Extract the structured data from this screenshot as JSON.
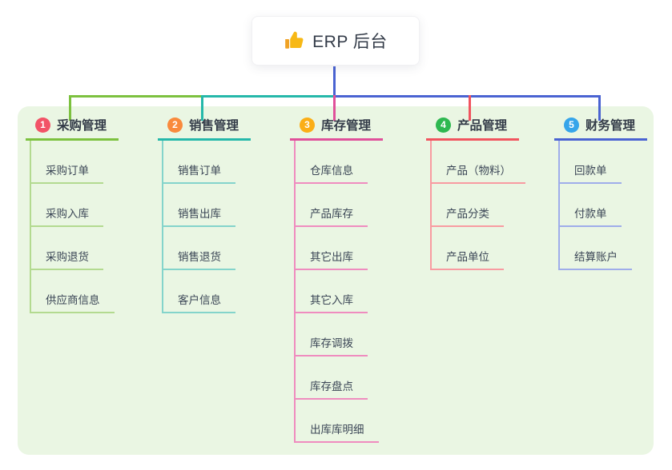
{
  "root": {
    "icon": "thumbs-up",
    "title": "ERP 后台"
  },
  "branches": [
    {
      "num": "1",
      "label": "采购管理",
      "children": [
        "采购订单",
        "采购入库",
        "采购退货",
        "供应商信息"
      ]
    },
    {
      "num": "2",
      "label": "销售管理",
      "children": [
        "销售订单",
        "销售出库",
        "销售退货",
        "客户信息"
      ]
    },
    {
      "num": "3",
      "label": "库存管理",
      "children": [
        "仓库信息",
        "产品库存",
        "其它出库",
        "其它入库",
        "库存调拨",
        "库存盘点",
        "出库库明细"
      ]
    },
    {
      "num": "4",
      "label": "产品管理",
      "children": [
        "产品（物料）",
        "产品分类",
        "产品单位"
      ]
    },
    {
      "num": "5",
      "label": "财务管理",
      "children": [
        "回款单",
        "付款单",
        "结算账户"
      ]
    }
  ],
  "colors": {
    "canvas": "#ffffff",
    "panel": "#eaf6e3",
    "text": "#333b48",
    "branch1": "#7cc13f",
    "branch2": "#25b8aa",
    "branch3": "#e0509a",
    "branch4": "#f1545f",
    "branch5": "#4a63d2",
    "badge1": "#f25367",
    "badge2": "#f98a3d",
    "badge3": "#fbae17",
    "badge4": "#2eb850",
    "badge5": "#36a5ea",
    "thumb": "#f7b815"
  }
}
